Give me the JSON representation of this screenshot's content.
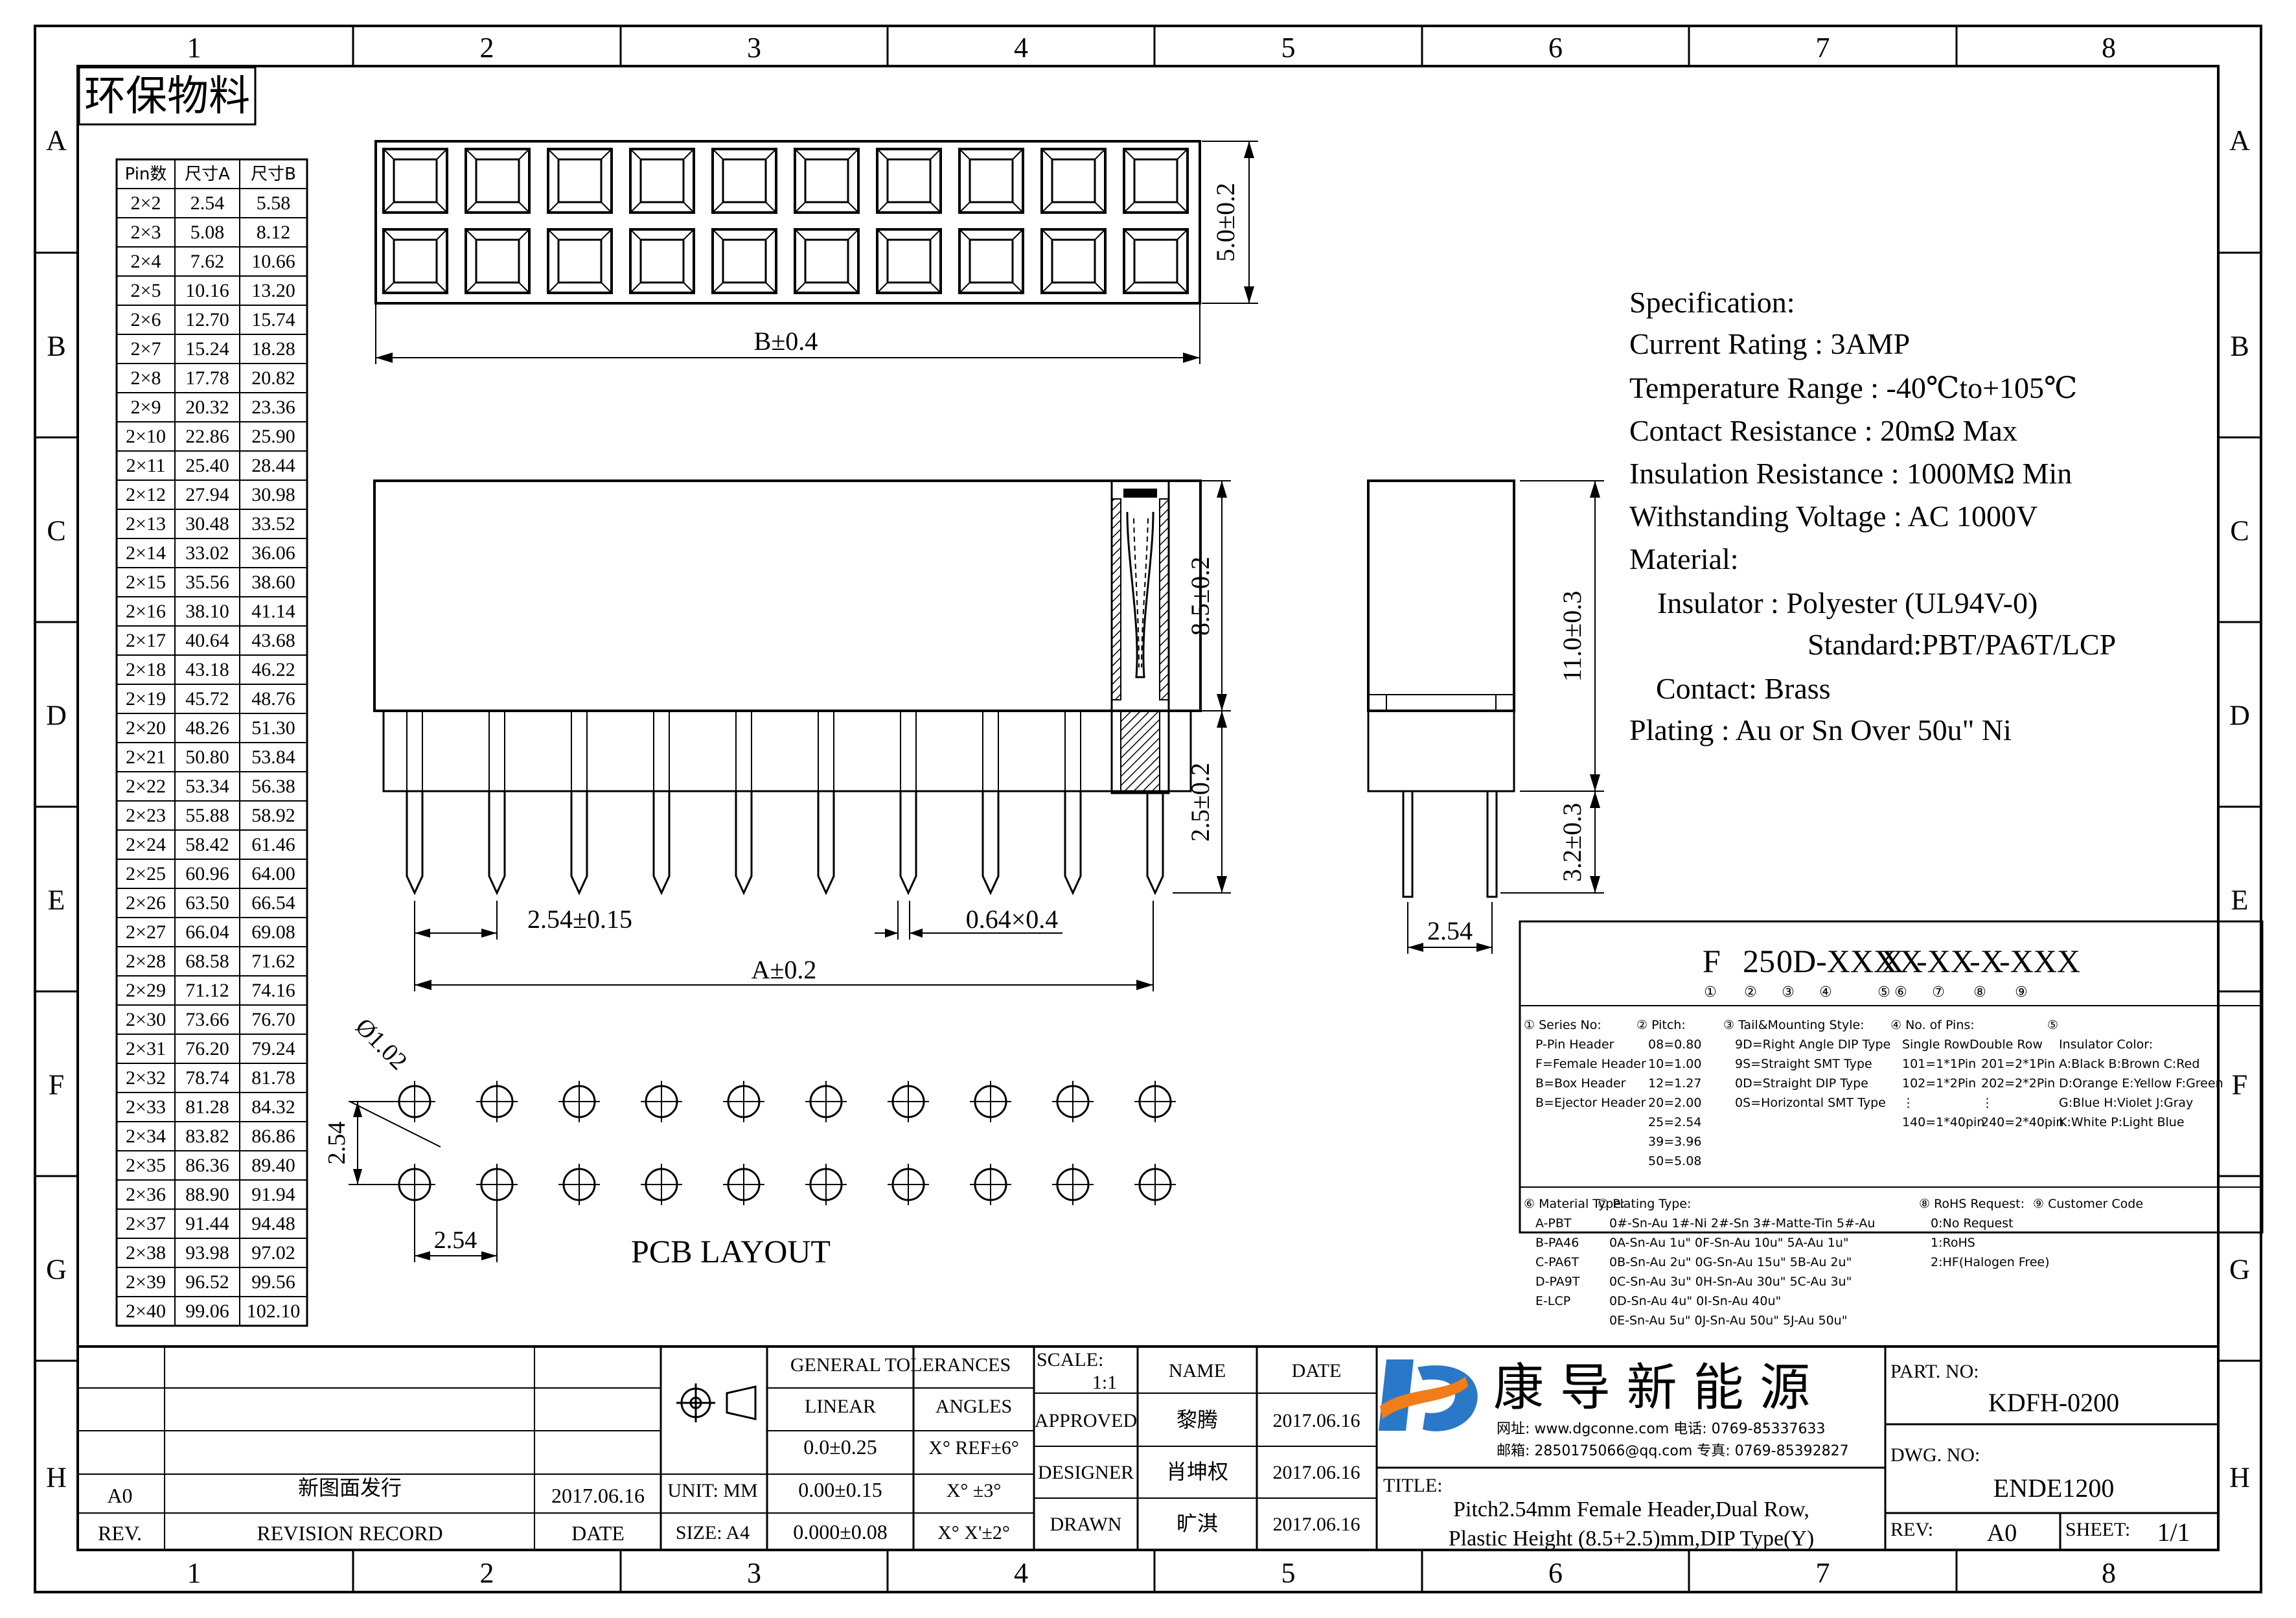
{
  "zones": {
    "columns": [
      "1",
      "2",
      "3",
      "4",
      "5",
      "6",
      "7",
      "8"
    ],
    "rows": [
      "A",
      "B",
      "C",
      "D",
      "E",
      "F",
      "G",
      "H"
    ]
  },
  "stamp": "环保物料",
  "pin_table": {
    "headers": [
      "Pin数",
      "尺寸A",
      "尺寸B"
    ],
    "rows": [
      [
        "2×2",
        "2.54",
        "5.58"
      ],
      [
        "2×3",
        "5.08",
        "8.12"
      ],
      [
        "2×4",
        "7.62",
        "10.66"
      ],
      [
        "2×5",
        "10.16",
        "13.20"
      ],
      [
        "2×6",
        "12.70",
        "15.74"
      ],
      [
        "2×7",
        "15.24",
        "18.28"
      ],
      [
        "2×8",
        "17.78",
        "20.82"
      ],
      [
        "2×9",
        "20.32",
        "23.36"
      ],
      [
        "2×10",
        "22.86",
        "25.90"
      ],
      [
        "2×11",
        "25.40",
        "28.44"
      ],
      [
        "2×12",
        "27.94",
        "30.98"
      ],
      [
        "2×13",
        "30.48",
        "33.52"
      ],
      [
        "2×14",
        "33.02",
        "36.06"
      ],
      [
        "2×15",
        "35.56",
        "38.60"
      ],
      [
        "2×16",
        "38.10",
        "41.14"
      ],
      [
        "2×17",
        "40.64",
        "43.68"
      ],
      [
        "2×18",
        "43.18",
        "46.22"
      ],
      [
        "2×19",
        "45.72",
        "48.76"
      ],
      [
        "2×20",
        "48.26",
        "51.30"
      ],
      [
        "2×21",
        "50.80",
        "53.84"
      ],
      [
        "2×22",
        "53.34",
        "56.38"
      ],
      [
        "2×23",
        "55.88",
        "58.92"
      ],
      [
        "2×24",
        "58.42",
        "61.46"
      ],
      [
        "2×25",
        "60.96",
        "64.00"
      ],
      [
        "2×26",
        "63.50",
        "66.54"
      ],
      [
        "2×27",
        "66.04",
        "69.08"
      ],
      [
        "2×28",
        "68.58",
        "71.62"
      ],
      [
        "2×29",
        "71.12",
        "74.16"
      ],
      [
        "2×30",
        "73.66",
        "76.70"
      ],
      [
        "2×31",
        "76.20",
        "79.24"
      ],
      [
        "2×32",
        "78.74",
        "81.78"
      ],
      [
        "2×33",
        "81.28",
        "84.32"
      ],
      [
        "2×34",
        "83.82",
        "86.86"
      ],
      [
        "2×35",
        "86.36",
        "89.40"
      ],
      [
        "2×36",
        "88.90",
        "91.94"
      ],
      [
        "2×37",
        "91.44",
        "94.48"
      ],
      [
        "2×38",
        "93.98",
        "97.02"
      ],
      [
        "2×39",
        "96.52",
        "99.56"
      ],
      [
        "2×40",
        "99.06",
        "102.10"
      ]
    ]
  },
  "dims": {
    "top_height": "5.0±0.2",
    "top_width": "B±0.4",
    "body_height": "8.5±0.2",
    "tail_length": "2.5±0.2",
    "pitch": "2.54±0.15",
    "pin_size": "0.64×0.4",
    "total_a": "A±0.2",
    "side_height": "11.0±0.3",
    "side_tail": "3.2±0.3",
    "side_pitch": "2.54",
    "pcb_hole": "Ø1.02",
    "pcb_row_pitch": "2.54",
    "pcb_col_pitch": "2.54",
    "pcb_caption": "PCB LAYOUT"
  },
  "spec": {
    "lines": [
      "Specification:",
      "Current Rating : 3AMP",
      "Temperature Range : -40℃to+105℃",
      "Contact Resistance : 20mΩ Max",
      "Insulation Resistance : 1000MΩ Min",
      "Withstanding Voltage : AC 1000V",
      "Material:",
      "Insulator : Polyester (UL94V-0)",
      "Standard:PBT/PA6T/LCP",
      "Contact: Brass",
      "Plating : Au or Sn Over 50u\" Ni"
    ]
  },
  "ordering": {
    "code": [
      "F",
      "25",
      "0D-XXX",
      "X",
      "X",
      "-XX",
      "-X",
      "-XXX"
    ],
    "markers": [
      "①",
      "②",
      "③",
      "④",
      "⑤",
      "⑥",
      "⑦",
      "⑧",
      "⑨"
    ],
    "sec1": [
      "① Series No:",
      "P-Pin Header",
      "F=Female Header",
      "B=Box Header",
      "B=Ejector Header"
    ],
    "sec2": [
      "② Pitch:",
      "08=0.80",
      "10=1.00",
      "12=1.27",
      "20=2.00",
      "25=2.54",
      "39=3.96",
      "50=5.08"
    ],
    "sec3": [
      "③ Tail&Mounting Style:",
      "9D=Right Angle DIP Type",
      "9S=Straight SMT Type",
      "0D=Straight DIP Type",
      "0S=Horizontal SMT Type"
    ],
    "sec4": [
      "④ No. of Pins:",
      "Single Row",
      "101=1*1Pin",
      "102=1*2Pin",
      "⋮",
      "140=1*40pin"
    ],
    "sec4b": [
      "Double Row",
      "201=2*1Pin",
      "202=2*2Pin",
      "⋮",
      "240=2*40pin"
    ],
    "sec5": [
      "⑤",
      "Insulator Color:",
      "A:Black  B:Brown  C:Red",
      "D:Orange E:Yellow F:Green",
      "G:Blue  H:Violet J:Gray",
      "K:White  P:Light Blue"
    ],
    "sec6": [
      "⑥ Material Type:",
      "A-PBT",
      "B-PA46",
      "C-PA6T",
      "D-PA9T",
      "E-LCP"
    ],
    "sec7": [
      "⑦ Plating Type:",
      "0#-Sn-Au 1#-Ni 2#-Sn 3#-Matte-Tin 5#-Au",
      "0A-Sn-Au 1u\" 0F-Sn-Au 10u\" 5A-Au 1u\"",
      "0B-Sn-Au 2u\" 0G-Sn-Au 15u\" 5B-Au 2u\"",
      "0C-Sn-Au 3u\" 0H-Sn-Au 30u\" 5C-Au 3u\"",
      "0D-Sn-Au 4u\" 0I-Sn-Au 40u\"",
      "0E-Sn-Au 5u\" 0J-Sn-Au 50u\" 5J-Au 50u\""
    ],
    "sec8": [
      "⑧ RoHS Request:",
      "0:No Request",
      "1:RoHS",
      "2:HF(Halogen Free)"
    ],
    "sec9": [
      "⑨ Customer Code"
    ]
  },
  "title_block": {
    "general_tolerances": "GENERAL TOLERANCES",
    "linear": "LINEAR",
    "angles": "ANGLES",
    "tol_rows": [
      [
        "0.0±0.25",
        "X° REF±6°"
      ],
      [
        "0.00±0.15",
        "X° ±3°"
      ],
      [
        "0.000±0.08",
        "X° X'±2°"
      ]
    ],
    "unit": "UNIT: MM",
    "size": "SIZE: A4",
    "scale_label": "SCALE:",
    "scale_value": "1:1",
    "name_header": "NAME",
    "date_header": "DATE",
    "roles": [
      [
        "APPROVED",
        "黎腾",
        "2017.06.16"
      ],
      [
        "DESIGNER",
        "肖坤权",
        "2017.06.16"
      ],
      [
        "DRAWN",
        "旷淇",
        "2017.06.16"
      ]
    ],
    "revision": {
      "rev": "A0",
      "record": "新图面发行",
      "date": "2017.06.16"
    },
    "rev_header": "REV.",
    "record_header": "REVISION RECORD",
    "date_col_header": "DATE",
    "company_name": "康 导 新 能 源",
    "company_web": "网址: www.dgconne.com  电话: 0769-85337633",
    "company_mail": "邮箱: 2850175066@qq.com  专真: 0769-85392827",
    "title_label": "TITLE:",
    "title_line1": "Pitch2.54mm Female Header,Dual Row,",
    "title_line2": "Plastic Height (8.5+2.5)mm,DIP Type(Y)",
    "part_no_label": "PART. NO:",
    "part_no": "KDFH-0200",
    "dwg_no_label": "DWG. NO:",
    "dwg_no": "ENDE1200",
    "rev_label": "REV:",
    "rev_value": "A0",
    "sheet_label": "SHEET:",
    "sheet_value": "1/1",
    "brand_color": "#2a78c8",
    "brand_accent": "#f07c1a"
  }
}
